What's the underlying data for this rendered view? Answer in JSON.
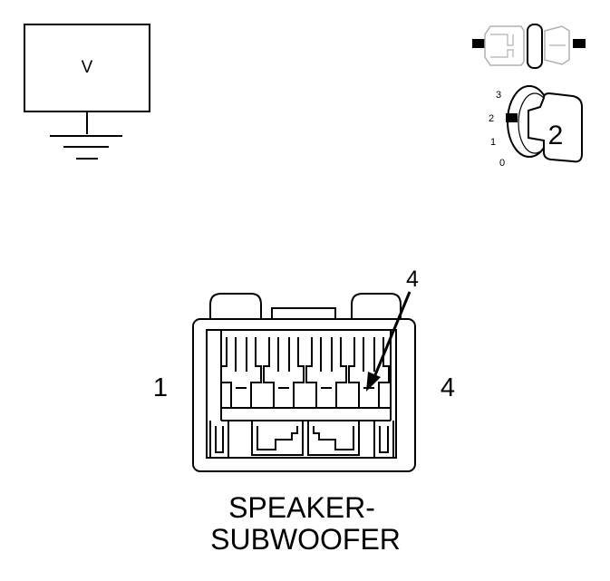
{
  "voltmeter": {
    "symbol": "V"
  },
  "ignition": {
    "positions": [
      "3",
      "2",
      "1",
      "0"
    ],
    "key_position": "2"
  },
  "connector": {
    "left_pin": "1",
    "right_pin": "4",
    "callout_pin": "4",
    "name_line1": "SPEAKER-",
    "name_line2": "SUBWOOFER"
  },
  "colors": {
    "line": "#000000",
    "key_fill": "#ffffff",
    "background": "#ffffff"
  }
}
